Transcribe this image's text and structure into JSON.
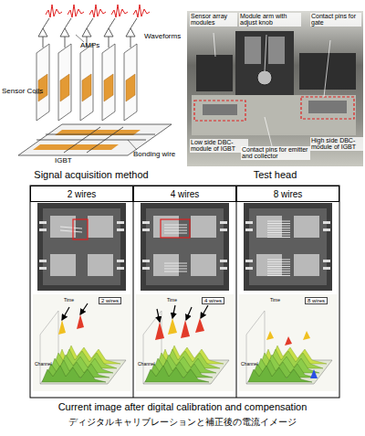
{
  "diagram": {
    "caption": "Current image after digital calibration and compensation",
    "nodes": [
      {
        "text": [
          "2 wires"
        ]
      },
      {
        "text": [
          "4 wires"
        ]
      },
      {
        "text": [
          "8 wires"
        ]
      }
    ],
    "labels": [
      "Sensor Coils",
      "AMPs",
      "Waveforms",
      "Bonding wire",
      "IGBT",
      "Signal acquisition method",
      "Sensor array modules",
      "Module arm with adjust knob",
      "Contact pins for gate",
      "Low side DBC-module of IGBT",
      "Contact pins for emitter and collector",
      "High side DBC-module of IGBT",
      "Test head",
      "2 wires",
      "Time",
      "Channel",
      "4 wires",
      "Time",
      "Channel",
      "8 wires",
      "Time",
      "Channel",
      "ディジタルキャリブレーションと補正後の電流イメージ"
    ]
  }
}
